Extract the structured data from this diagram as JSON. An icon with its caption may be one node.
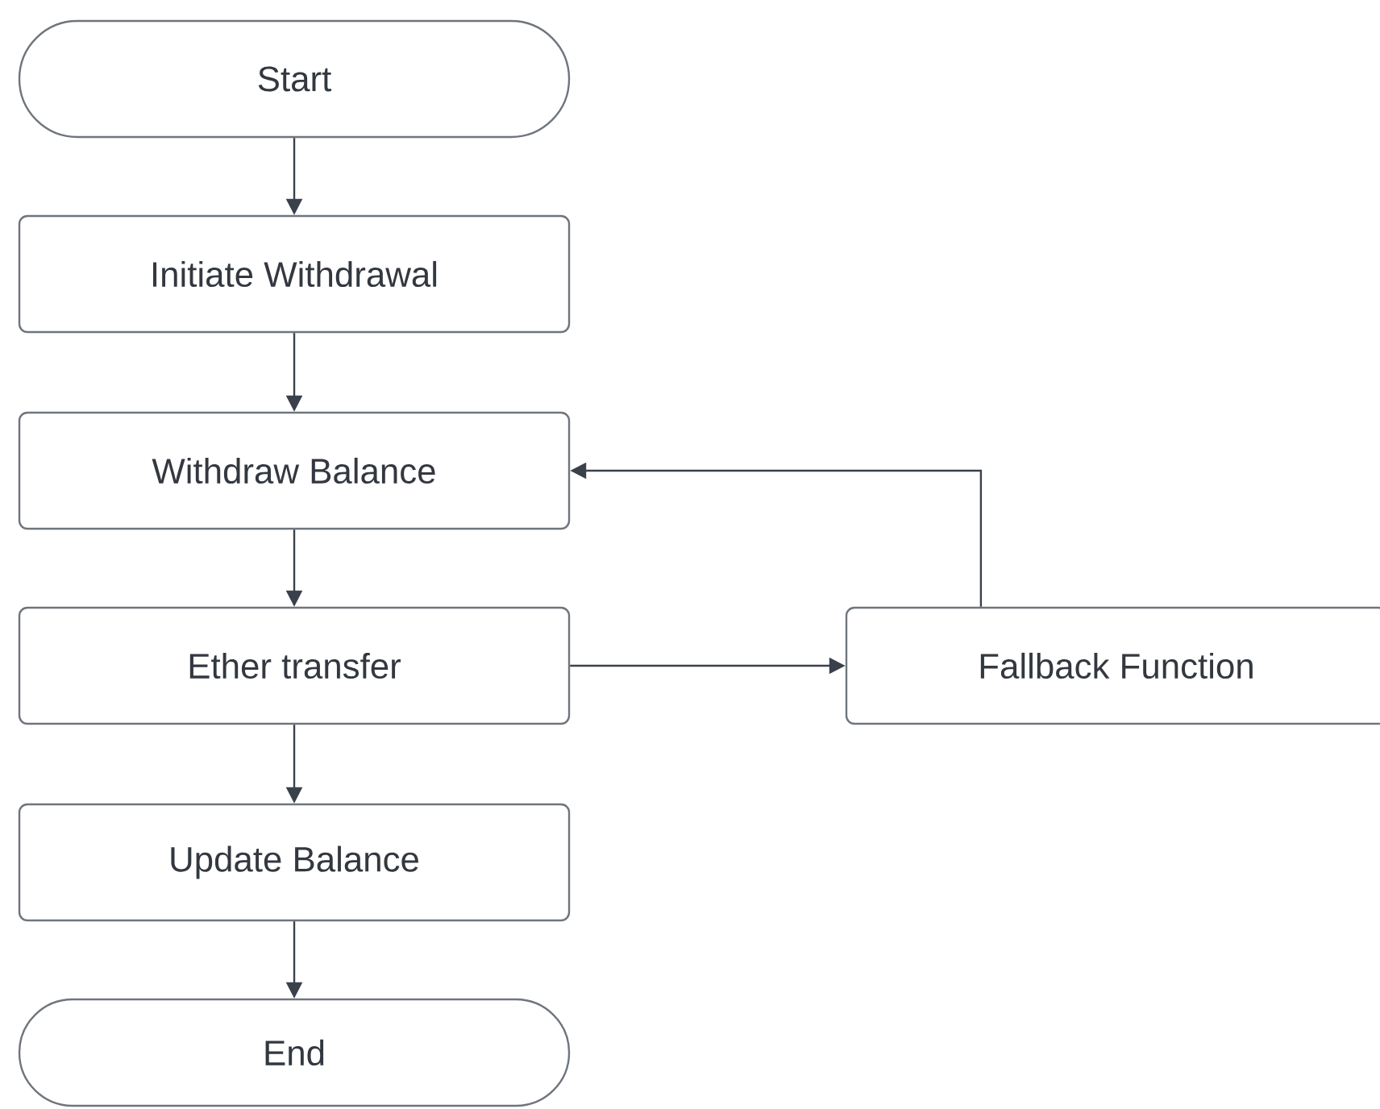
{
  "diagram": {
    "nodes": [
      {
        "text": [
          "Start"
        ]
      },
      {
        "text": [
          "Initiate Withdrawal"
        ]
      },
      {
        "text": [
          "Withdraw Balance"
        ]
      },
      {
        "text": [
          "Ether transfer"
        ]
      },
      {
        "text": [
          "Update Balance"
        ]
      },
      {
        "text": [
          "End"
        ]
      },
      {
        "text": [
          "Fallback Function"
        ]
      }
    ],
    "edges": [
      {
        "from": 0,
        "to": 1,
        "arrow": "to"
      },
      {
        "from": 1,
        "to": 2,
        "arrow": "to"
      },
      {
        "from": 2,
        "to": 3,
        "arrow": "to"
      },
      {
        "from": 3,
        "to": 6,
        "arrow": "to"
      },
      {
        "from": 6,
        "to": 2,
        "arrow": "to"
      },
      {
        "from": 3,
        "to": 4,
        "arrow": "to"
      },
      {
        "from": 4,
        "to": 5,
        "arrow": "to"
      }
    ]
  }
}
